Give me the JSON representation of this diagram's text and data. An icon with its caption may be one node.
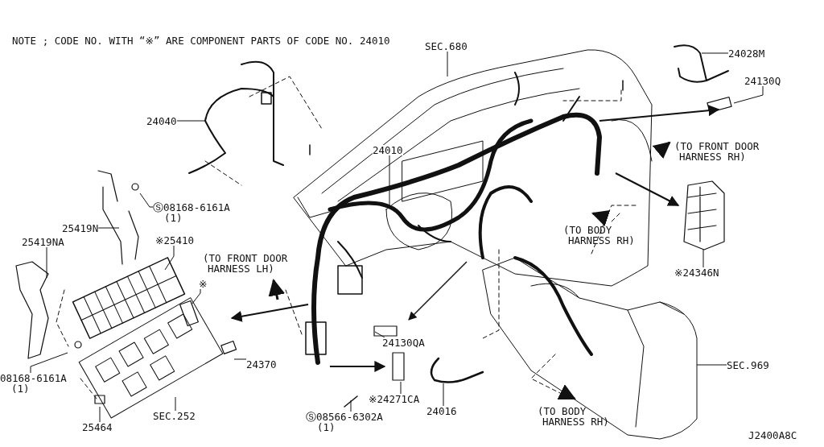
{
  "diagram": {
    "nodes": [
      {
        "text": [
          "SEC.680"
        ]
      },
      {
        "text": [
          "24028M"
        ]
      },
      {
        "text": [
          "24130Q"
        ]
      },
      {
        "text": [
          "24040"
        ]
      },
      {
        "text": [
          "24010"
        ]
      },
      {
        "text": [
          "Ⓢ08168-6161A",
          "(1)"
        ]
      },
      {
        "text": [
          "25419N"
        ]
      },
      {
        "text": [
          "25419NA"
        ]
      },
      {
        "text": [
          "※25410"
        ]
      },
      {
        "text": [
          "※24346N"
        ]
      },
      {
        "text": [
          "※"
        ]
      },
      {
        "text": [
          "24130QA"
        ]
      },
      {
        "text": [
          "24370"
        ]
      },
      {
        "text": [
          "08168-6161A",
          "(1)"
        ]
      },
      {
        "text": [
          "SEC.969"
        ]
      },
      {
        "text": [
          "※24271CA"
        ]
      },
      {
        "text": [
          "25464"
        ]
      },
      {
        "text": [
          "SEC.252"
        ]
      },
      {
        "text": [
          "Ⓢ08566-6302A",
          "(1)"
        ]
      },
      {
        "text": [
          "24016"
        ]
      }
    ],
    "edges": [
      {
        "from": 0,
        "to": null,
        "arrow": "none"
      },
      {
        "from": 1,
        "to": null,
        "arrow": "none"
      },
      {
        "from": 2,
        "to": null,
        "arrow": "none"
      },
      {
        "from": 3,
        "to": null,
        "arrow": "none"
      },
      {
        "from": 4,
        "to": null,
        "arrow": "none"
      },
      {
        "from": 5,
        "to": null,
        "arrow": "none"
      },
      {
        "from": 6,
        "to": null,
        "arrow": "none"
      },
      {
        "from": 7,
        "to": null,
        "arrow": "none"
      },
      {
        "from": 8,
        "to": null,
        "arrow": "none"
      },
      {
        "from": 9,
        "to": null,
        "arrow": "none"
      },
      {
        "from": 10,
        "to": null,
        "arrow": "none"
      },
      {
        "from": 11,
        "to": null,
        "arrow": "none"
      },
      {
        "from": 12,
        "to": null,
        "arrow": "none"
      },
      {
        "from": 13,
        "to": null,
        "arrow": "none"
      },
      {
        "from": 14,
        "to": null,
        "arrow": "none"
      },
      {
        "from": 15,
        "to": null,
        "arrow": "none"
      },
      {
        "from": 16,
        "to": null,
        "arrow": "none"
      },
      {
        "from": 17,
        "to": null,
        "arrow": "none"
      },
      {
        "from": 18,
        "to": null,
        "arrow": "none"
      },
      {
        "from": 19,
        "to": null,
        "arrow": "none"
      }
    ],
    "labels": [
      "NOTE ; CODE NO. WITH “※” ARE COMPONENT PARTS OF CODE NO.  24010",
      "(TO FRONT DOOR HARNESS RH)",
      "(TO BODY HARNESS RH)",
      "(TO FRONT DOOR HARNESS LH)",
      "(TO BODY HARNESS RH)",
      "J2400A8C"
    ]
  }
}
